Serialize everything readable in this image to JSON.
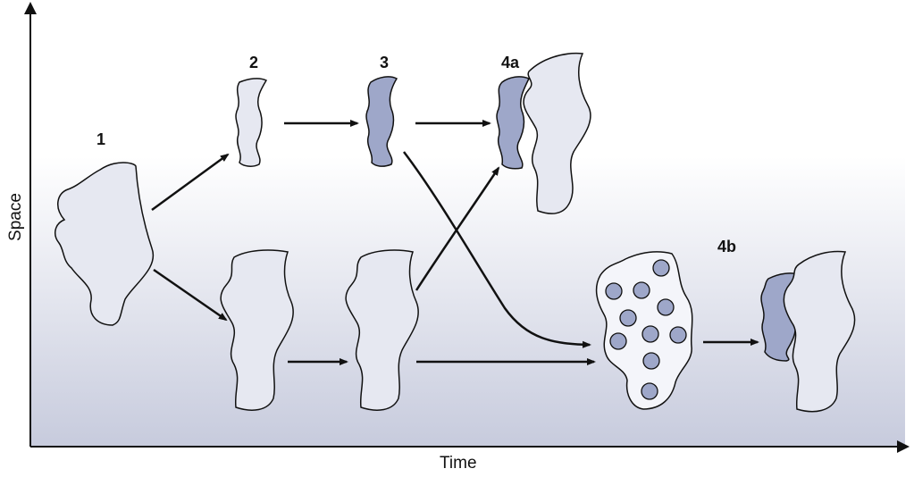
{
  "axes": {
    "x_label": "Time",
    "y_label": "Space"
  },
  "stage_labels": {
    "s1": "1",
    "s2": "2",
    "s3": "3",
    "s4a": "4a",
    "s4b": "4b"
  },
  "colors": {
    "background_top": "#ffffff",
    "background_bottom": "#c7cbdd",
    "shape_light": "#e6e8f1",
    "shape_dark": "#9ea7c9",
    "outline": "#111111"
  }
}
